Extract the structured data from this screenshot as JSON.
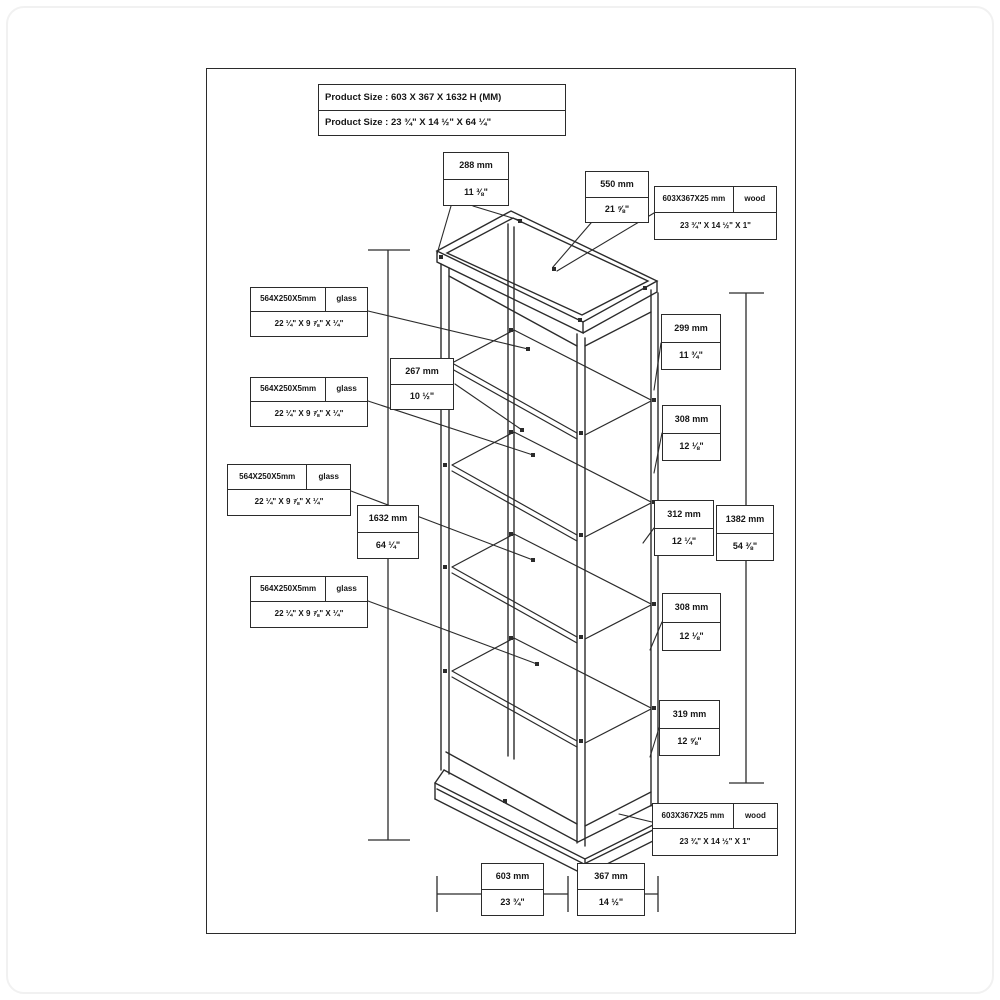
{
  "frame": {
    "bg": "#ffffff",
    "line_color": "#2b2b2b"
  },
  "title_block": {
    "line1": "Product Size : 603 X 367 X 1632 H (MM)",
    "line2": "Product Size : 23 ¾\" X 14 ½\" X 64 ¼\""
  },
  "callouts": {
    "top_width": {
      "mm": "288 mm",
      "inch": "11 ⅜\""
    },
    "top_diagonal": {
      "mm": "550 mm",
      "inch": "21 ⅝\""
    },
    "top_panel": {
      "size": "603X367X25 mm",
      "material": "wood",
      "inch": "23 ¾\" X 14 ½\" X 1\""
    },
    "glass_panel_1": {
      "size": "564X250X5mm",
      "material": "glass",
      "inch": "22 ¼\" X 9 ⅞\" X ¼\""
    },
    "glass_panel_2": {
      "size": "564X250X5mm",
      "material": "glass",
      "inch": "22 ¼\" X 9 ⅞\" X ¼\""
    },
    "glass_panel_3": {
      "size": "564X250X5mm",
      "material": "glass",
      "inch": "22 ¼\" X 9 ⅞\" X ¼\""
    },
    "glass_panel_4": {
      "size": "564X250X5mm",
      "material": "glass",
      "inch": "22 ¼\" X 9 ⅞\" X ¼\""
    },
    "depth_267": {
      "mm": "267 mm",
      "inch": "10 ½\""
    },
    "height_1632": {
      "mm": "1632 mm",
      "inch": "64 ¼\""
    },
    "gap_299": {
      "mm": "299 mm",
      "inch": "11 ¾\""
    },
    "gap_308_upper": {
      "mm": "308 mm",
      "inch": "12 ⅛\""
    },
    "gap_312": {
      "mm": "312 mm",
      "inch": "12 ¼\""
    },
    "height_1382": {
      "mm": "1382 mm",
      "inch": "54 ⅜\""
    },
    "gap_308_lower": {
      "mm": "308 mm",
      "inch": "12 ⅛\""
    },
    "gap_319": {
      "mm": "319 mm",
      "inch": "12 ⅝\""
    },
    "bottom_panel": {
      "size": "603X367X25 mm",
      "material": "wood",
      "inch": "23 ¾\" X 14 ½\" X 1\""
    },
    "width_603": {
      "mm": "603 mm",
      "inch": "23 ¾\""
    },
    "depth_367": {
      "mm": "367 mm",
      "inch": "14 ½\""
    }
  }
}
